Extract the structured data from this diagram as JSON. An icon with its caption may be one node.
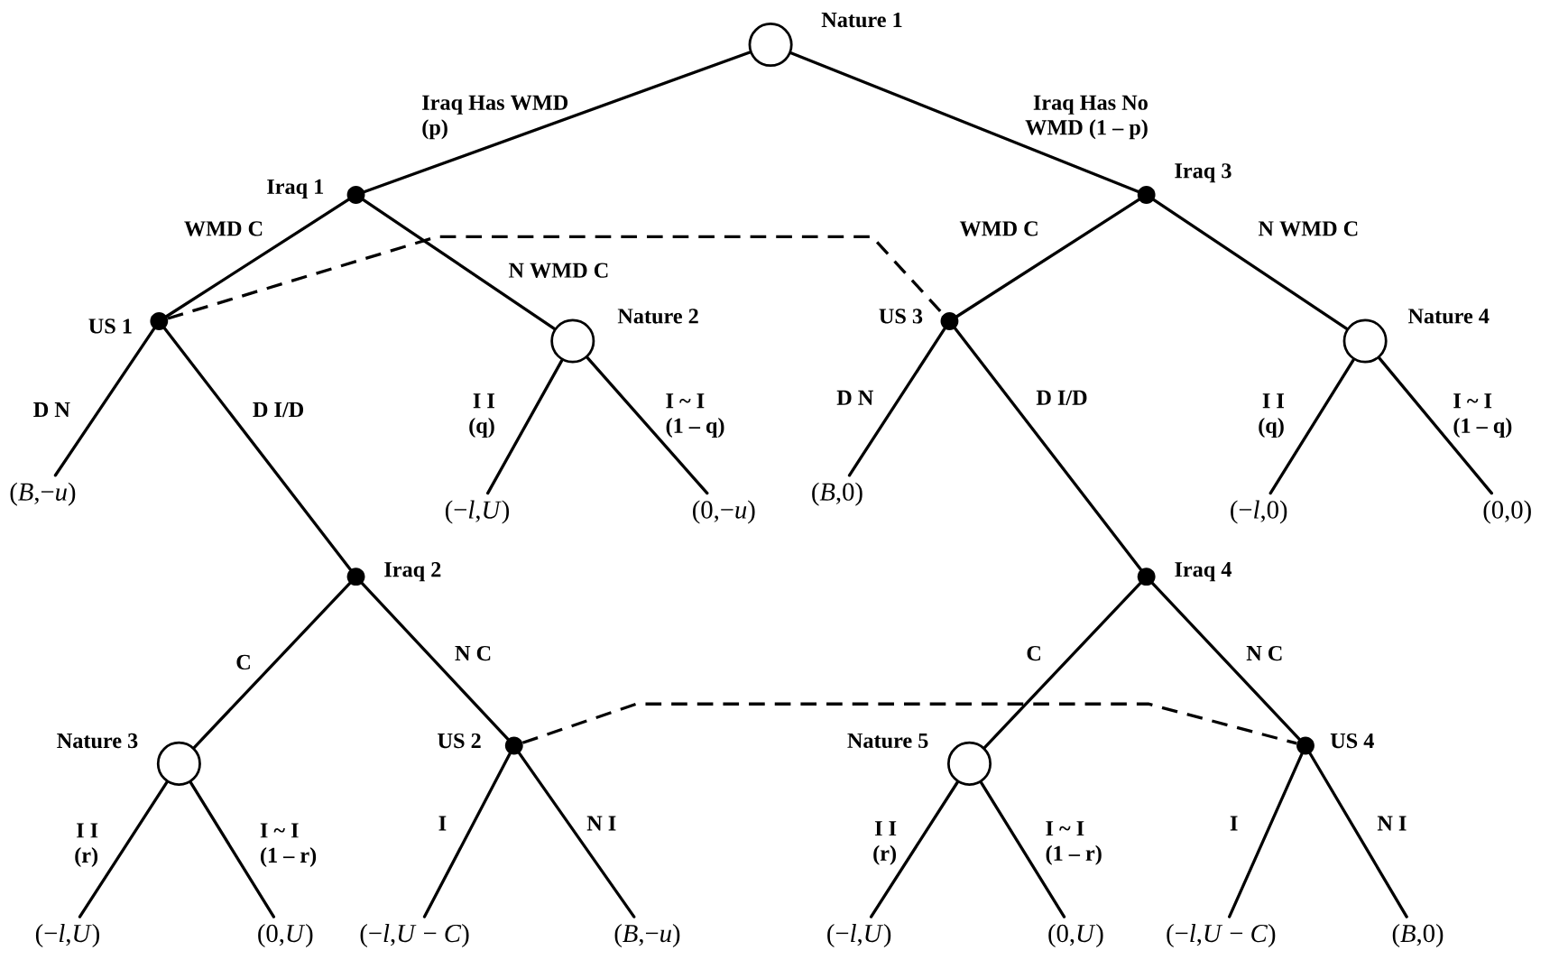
{
  "diagram": {
    "nodes": [
      {
        "text": [],
        "shape": "circle",
        "beside": [
          "Nature 1"
        ]
      },
      {
        "text": [],
        "shape": "dot",
        "beside": [
          "Iraq 1"
        ]
      },
      {
        "text": [],
        "shape": "dot",
        "beside": [
          "Iraq 3"
        ]
      },
      {
        "text": [],
        "shape": "dot",
        "beside": [
          "US 1"
        ]
      },
      {
        "text": [],
        "shape": "circle",
        "beside": [
          "Nature 2"
        ]
      },
      {
        "text": [],
        "shape": "dot",
        "beside": [
          "US 3"
        ]
      },
      {
        "text": [],
        "shape": "circle",
        "beside": [
          "Nature 4"
        ]
      },
      {
        "text": [
          "(*B*,−*u*)"
        ]
      },
      {
        "text": [
          "(−*l*,*U*)"
        ]
      },
      {
        "text": [
          "(0,−*u*)"
        ]
      },
      {
        "text": [
          "(*B*,0)"
        ]
      },
      {
        "text": [
          "(−*l*,0)"
        ]
      },
      {
        "text": [
          "(0,0)"
        ]
      },
      {
        "text": [],
        "shape": "dot",
        "beside": [
          "Iraq 2"
        ]
      },
      {
        "text": [],
        "shape": "dot",
        "beside": [
          "Iraq 4"
        ]
      },
      {
        "text": [],
        "shape": "circle",
        "beside": [
          "Nature 3"
        ]
      },
      {
        "text": [],
        "shape": "dot",
        "beside": [
          "US 2"
        ]
      },
      {
        "text": [],
        "shape": "circle",
        "beside": [
          "Nature 5"
        ]
      },
      {
        "text": [],
        "shape": "dot",
        "beside": [
          "US 4"
        ]
      },
      {
        "text": [
          "(−*l*,*U*)"
        ]
      },
      {
        "text": [
          "(0,*U*)"
        ]
      },
      {
        "text": [
          "(−*l*,*U* − *C*)"
        ]
      },
      {
        "text": [
          "(*B*,−*u*)"
        ]
      },
      {
        "text": [
          "(−*l*,*U*)"
        ]
      },
      {
        "text": [
          "(0,*U*)"
        ]
      },
      {
        "text": [
          "(−*l*,*U* − *C*)"
        ]
      },
      {
        "text": [
          "(*B*,0)"
        ]
      }
    ],
    "edges": [
      {
        "from": 0,
        "to": 1,
        "arrow": "none",
        "label": "Iraq Has WMD (p)"
      },
      {
        "from": 0,
        "to": 2,
        "arrow": "none",
        "label": "Iraq Has No WMD (1 – p)"
      },
      {
        "from": 1,
        "to": 3,
        "arrow": "none",
        "label": "WMD C"
      },
      {
        "from": 1,
        "to": 4,
        "arrow": "none",
        "label": "N WMD C"
      },
      {
        "from": 2,
        "to": 5,
        "arrow": "none",
        "label": "WMD C"
      },
      {
        "from": 2,
        "to": 6,
        "arrow": "none",
        "label": "N WMD C"
      },
      {
        "from": 3,
        "to": 7,
        "arrow": "none",
        "label": "D N"
      },
      {
        "from": 3,
        "to": 13,
        "arrow": "none",
        "label": "D I/D"
      },
      {
        "from": 4,
        "to": 8,
        "arrow": "none",
        "label": "I I (q)"
      },
      {
        "from": 4,
        "to": 9,
        "arrow": "none",
        "label": "I ~ I (1 – q)"
      },
      {
        "from": 5,
        "to": 10,
        "arrow": "none",
        "label": "D N"
      },
      {
        "from": 5,
        "to": 14,
        "arrow": "none",
        "label": "D I/D"
      },
      {
        "from": 6,
        "to": 11,
        "arrow": "none",
        "label": "I I (q)"
      },
      {
        "from": 6,
        "to": 12,
        "arrow": "none",
        "label": "I ~ I (1 – q)"
      },
      {
        "from": 13,
        "to": 15,
        "arrow": "none",
        "label": "C"
      },
      {
        "from": 13,
        "to": 16,
        "arrow": "none",
        "label": "N C"
      },
      {
        "from": 14,
        "to": 17,
        "arrow": "none",
        "label": "C"
      },
      {
        "from": 14,
        "to": 18,
        "arrow": "none",
        "label": "N C"
      },
      {
        "from": 15,
        "to": 19,
        "arrow": "none",
        "label": "I I (r)"
      },
      {
        "from": 15,
        "to": 20,
        "arrow": "none",
        "label": "I ~ I (1 – r)"
      },
      {
        "from": 16,
        "to": 21,
        "arrow": "none",
        "label": "I"
      },
      {
        "from": 16,
        "to": 22,
        "arrow": "none",
        "label": "N I"
      },
      {
        "from": 17,
        "to": 23,
        "arrow": "none",
        "label": "I I (r)"
      },
      {
        "from": 17,
        "to": 24,
        "arrow": "none",
        "label": "I ~ I (1 – r)"
      },
      {
        "from": 18,
        "to": 25,
        "arrow": "none",
        "label": "I"
      },
      {
        "from": 18,
        "to": 26,
        "arrow": "none",
        "label": "N I"
      },
      {
        "from": 3,
        "to": 5,
        "arrow": "none",
        "style": "dashed"
      },
      {
        "from": 16,
        "to": 18,
        "arrow": "none",
        "style": "dashed"
      }
    ]
  }
}
